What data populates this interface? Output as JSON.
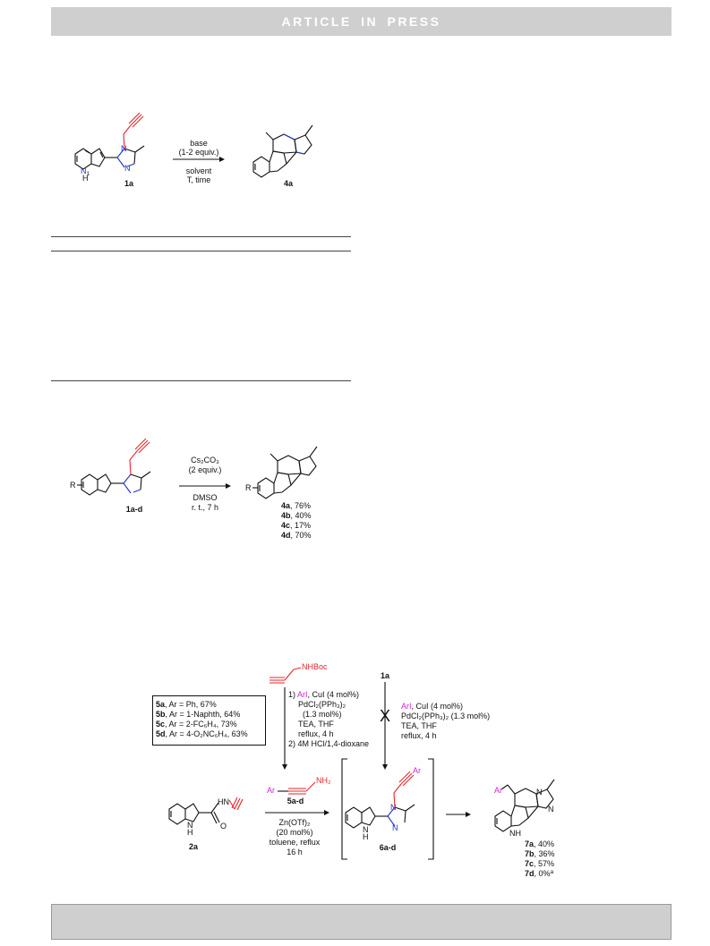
{
  "header": {
    "title": "ARTICLE  IN  PRESS"
  },
  "scheme1": {
    "reagent_top": "base",
    "reagent_top2": "(1-2 equiv.)",
    "reagent_bottom": "solvent",
    "reagent_bottom2": "T, time",
    "start_label": "1a",
    "product_label": "4a",
    "nh": "N",
    "nh_h": "H",
    "nh_sub": "1",
    "n_a": "N",
    "n_b": "N"
  },
  "scheme2": {
    "reagent_top": "Cs₂CO₃",
    "reagent_top2": "(2 equiv.)",
    "reagent_bottom": "DMSO",
    "reagent_bottom2": "r. t., 7 h",
    "start_label": "1a-d",
    "r": "R",
    "r2": "R",
    "yields": [
      {
        "id": "4a",
        "value": ", 76%"
      },
      {
        "id": "4b",
        "value": ", 40%"
      },
      {
        "id": "4c",
        "value": ", 17%"
      },
      {
        "id": "4d",
        "value": ", 70%"
      }
    ]
  },
  "scheme3": {
    "nhboc": "NHBoc",
    "label_1a": "1a",
    "step1_ar": "ArI",
    "step1_rest": ", CuI (4 mol%)",
    "step1_pd": "PdCl₂(PPh₃)₂",
    "step1_pd2": "(1.3 mol%)",
    "step1_tea": "TEA, THF",
    "step1_reflux": "reflux, 4 h",
    "step2": "2) 4M HCl/1,4-dioxane",
    "step1_prefix": "1) ",
    "right_ar": "ArI",
    "right_rest": ", CuI (4 mol%)",
    "right_pd": "PdCl₂(PPh₃)₂ (1.3 mol%)",
    "right_tea": "TEA, THF",
    "right_reflux": "reflux, 4 h",
    "cross": "X",
    "box_items": [
      {
        "id": "5a",
        "text": ", Ar = Ph, 67%"
      },
      {
        "id": "5b",
        "text": ", Ar = 1-Naphth, 64%"
      },
      {
        "id": "5c",
        "text": ", Ar = 2-FC₆H₄, 73%"
      },
      {
        "id": "5d",
        "text": ", Ar = 4-O₂NC₆H₄, 63%"
      }
    ],
    "amine_ar": "Ar",
    "amine_nh2": "NH₂",
    "amine_label": "5a-d",
    "cond1": "Zn(OTf)₂",
    "cond2": "(20 mol%)",
    "cond3": "toluene, reflux",
    "cond4": "16 h",
    "label_2a": "2a",
    "amide_hn": "HN",
    "amide_o": "O",
    "amide_nh": "N",
    "amide_h": "H",
    "int_ar": "Ar",
    "int_label": "6a-d",
    "int_nh": "N",
    "int_h": "H",
    "int_n1": "N",
    "int_n2": "N",
    "prod_ar": "Ar",
    "prod_nh": "NH",
    "prod_n1": "N",
    "prod_n2": "N",
    "yields": [
      {
        "id": "7a",
        "value": ", 40%"
      },
      {
        "id": "7b",
        "value": ", 36%"
      },
      {
        "id": "7c",
        "value": ", 57%"
      },
      {
        "id": "7d",
        "value": ", 0%",
        "sup": "a"
      }
    ]
  },
  "colors": {
    "alkyne": "#e8262a",
    "nitrogen": "#2233cc",
    "aryl": "#d31fd3",
    "bar": "#cfcfcf"
  }
}
